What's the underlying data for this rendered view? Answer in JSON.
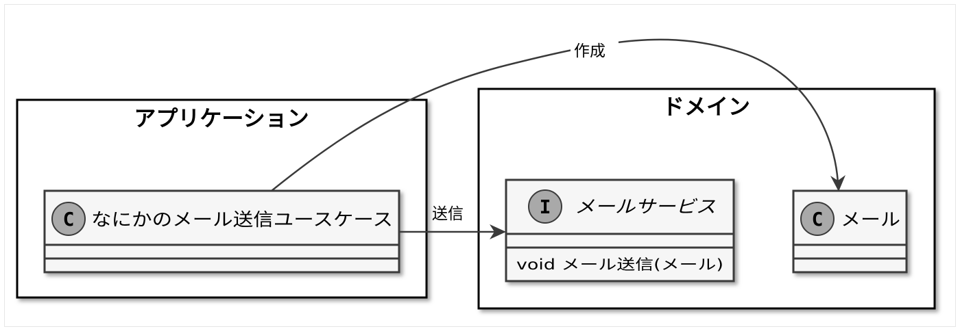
{
  "packages": {
    "application": {
      "title": "アプリケーション"
    },
    "domain": {
      "title": "ドメイン"
    }
  },
  "classes": {
    "usecase": {
      "stereotype": "C",
      "name": "なにかのメール送信ユースケース"
    },
    "mail_service": {
      "stereotype": "I",
      "name": "メールサービス",
      "methods": [
        "void メール送信(メール)"
      ]
    },
    "mail": {
      "stereotype": "C",
      "name": "メール"
    }
  },
  "relations": {
    "send": {
      "label": "送信"
    },
    "create": {
      "label": "作成"
    }
  },
  "colors": {
    "class_fill": "#f6f6f6",
    "border": "#3a3a3a",
    "circle_fill": "#a9a9a9",
    "package_border": "#000000",
    "edge": "#3a3a3a",
    "shadow": "#b0b0b0"
  },
  "icons": {
    "class_marker": "class-c-circle-icon",
    "interface_marker": "interface-i-circle-icon",
    "arrow_head": "arrow-head-icon"
  }
}
